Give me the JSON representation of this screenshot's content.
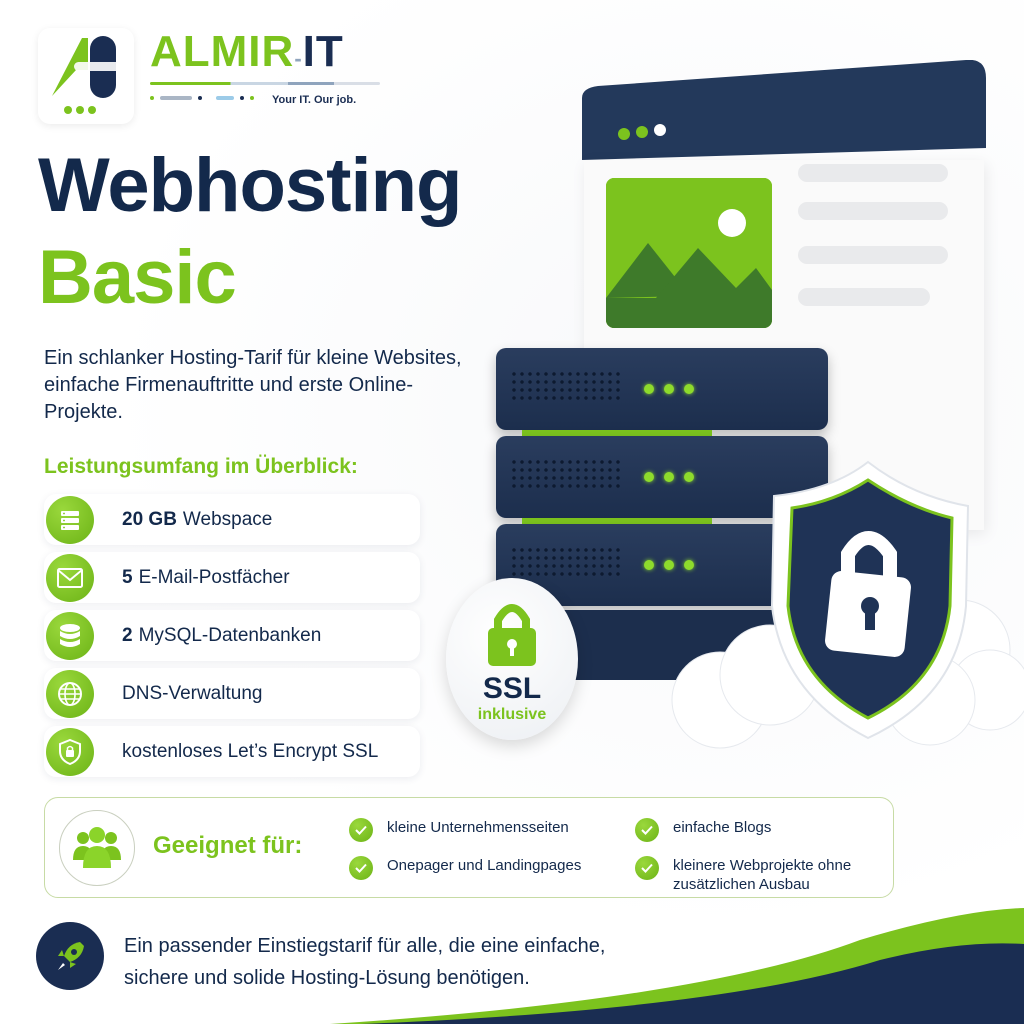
{
  "brand": {
    "name_primary": "ALMIR",
    "name_secondary": "IT",
    "separator": "-",
    "tagline": "Your IT. Our job."
  },
  "headline": {
    "line1": "Webhosting",
    "line2": "Basic"
  },
  "intro": "Ein schlanker Hosting-Tarif für kleine Websites, einfache Firmenauftritte und erste Online-Projekte.",
  "features": {
    "heading": "Leistungsumfang im Überblick:",
    "items": [
      {
        "icon": "server-icon",
        "strong": "20 GB",
        "text": "Webspace"
      },
      {
        "icon": "mail-icon",
        "strong": "5",
        "text": "E-Mail-Postfächer"
      },
      {
        "icon": "database-icon",
        "strong": "2",
        "text": "MySQL-Datenbanken"
      },
      {
        "icon": "globe-icon",
        "strong": "",
        "text": "DNS-Verwaltung"
      },
      {
        "icon": "shield-lock-icon",
        "strong": "",
        "text": "kostenloses Let’s Encrypt SSL"
      }
    ]
  },
  "ssl_badge": {
    "title": "SSL",
    "subtitle": "inklusive"
  },
  "suitable": {
    "label": "Geeignet für:",
    "items": [
      "kleine Unternehmensseiten",
      "Onepager und Landingpages",
      "einfache Blogs",
      "kleinere Webprojekte ohne zusätzlichen Ausbau"
    ]
  },
  "footer": {
    "line1": "Ein passender Einstiegstarif für alle, die eine einfache,",
    "line2": "sichere und solide Hosting-Lösung benötigen."
  },
  "colors": {
    "navy": "#13294b",
    "green": "#7cc31e",
    "light_gray": "#e9eaec"
  }
}
